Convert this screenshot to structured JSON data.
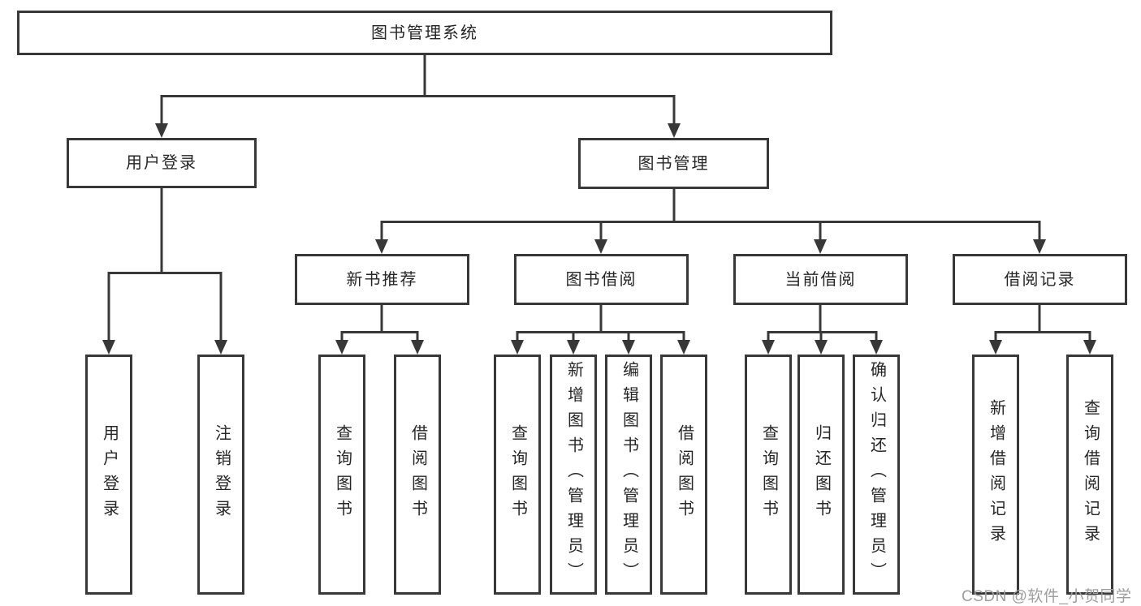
{
  "tree": {
    "root": "图书管理系统",
    "user_login": {
      "label": "用户登录",
      "children": [
        "用户登录",
        "注销登录"
      ]
    },
    "book_mgmt": {
      "label": "图书管理",
      "branches": [
        {
          "label": "新书推荐",
          "children": [
            "查询图书",
            "借阅图书"
          ]
        },
        {
          "label": "图书借阅",
          "children": [
            "查询图书",
            "新增图书（管理员）",
            "编辑图书（管理员）",
            "借阅图书"
          ]
        },
        {
          "label": "当前借阅",
          "children": [
            "查询图书",
            "归还图书",
            "确认归还（管理员）"
          ]
        },
        {
          "label": "借阅记录",
          "children": [
            "新增借阅记录",
            "查询借阅记录"
          ]
        }
      ]
    }
  },
  "watermark": {
    "text": "CSDN @软件_小贺同学"
  },
  "colors": {
    "line": "#383838",
    "box_border": "#383838",
    "text": "#262626",
    "watermark": "#9e9e9e",
    "background": "#ffffff"
  }
}
